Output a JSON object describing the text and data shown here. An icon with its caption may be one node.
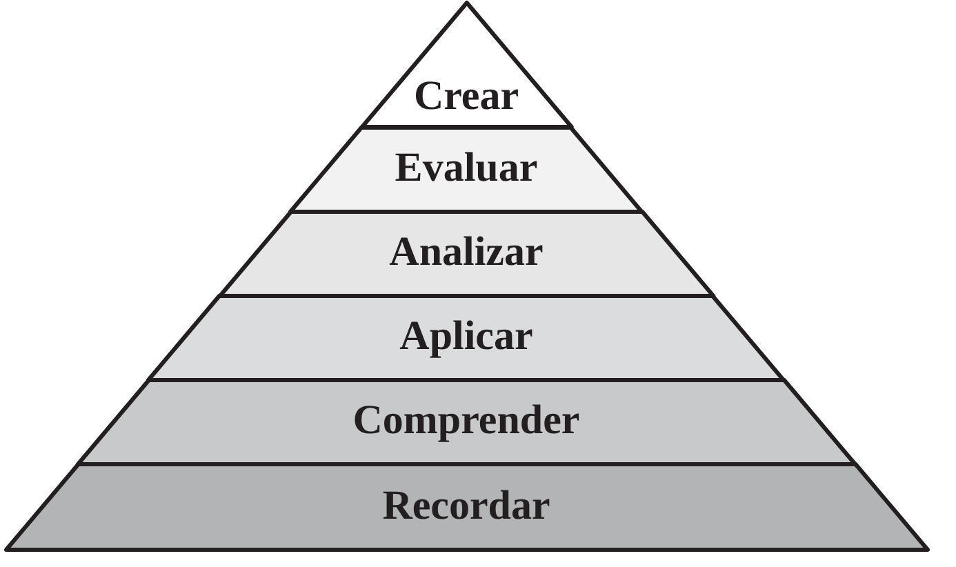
{
  "diagram": {
    "nodes": [
      {
        "text": [
          "Crear"
        ]
      },
      {
        "text": [
          "Evaluar"
        ]
      },
      {
        "text": [
          "Analizar"
        ]
      },
      {
        "text": [
          "Aplicar"
        ]
      },
      {
        "text": [
          "Comprender"
        ]
      },
      {
        "text": [
          "Recordar"
        ]
      }
    ]
  }
}
